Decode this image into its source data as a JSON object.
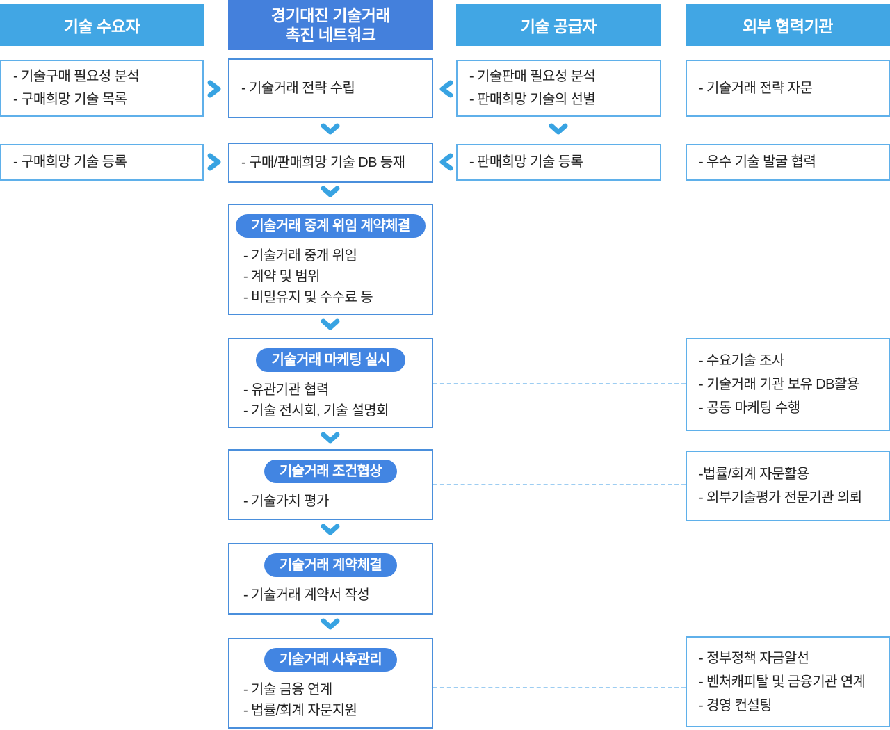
{
  "palette": {
    "header_light_blue": "#41a6e4",
    "header_dark_blue": "#4480dc",
    "pill_blue": "#4285e2",
    "side_box_border": "#5fb0ea",
    "center_box_border": "#4a8fdc",
    "arrow_blue": "#38a3e2",
    "dashed_connector": "#9dcdf2",
    "text": "#222222"
  },
  "headers": {
    "demander": "기술 수요자",
    "network_line1": "경기대진 기술거래",
    "network_line2": "촉진 네트워크",
    "supplier": "기술 공급자",
    "partner": "외부 협력기관"
  },
  "row1": {
    "demander": [
      "- 기술구매 필요성 분석",
      "- 구매희망 기술 목록"
    ],
    "network": [
      "- 기술거래 전략 수립"
    ],
    "supplier": [
      "- 기술판매 필요성 분석",
      "- 판매희망 기술의 선별"
    ],
    "partner": [
      "- 기술거래 전략 자문"
    ]
  },
  "row2": {
    "demander": [
      "- 구매희망 기술 등록"
    ],
    "network": [
      "- 구매/판매희망 기술 DB 등재"
    ],
    "supplier": [
      "- 판매희망 기술 등록"
    ],
    "partner": [
      "- 우수 기술 발굴 협력"
    ]
  },
  "steps": [
    {
      "title": "기술거래 중계 위임 계약체결",
      "items": [
        "- 기술거래 중개 위임",
        "- 계약 및 범위",
        "- 비밀유지 및 수수료 등"
      ]
    },
    {
      "title": "기술거래 마케팅 실시",
      "items": [
        "- 유관기관 협력",
        "- 기술 전시회, 기술 설명회"
      ]
    },
    {
      "title": "기술거래 조건협상",
      "items": [
        "- 기술가치 평가"
      ]
    },
    {
      "title": "기술거래 계약체결",
      "items": [
        "- 기술거래 계약서 작성"
      ]
    },
    {
      "title": "기술거래 사후관리",
      "items": [
        "- 기술 금융 연계",
        "- 법률/회계 자문지원"
      ]
    }
  ],
  "partner_support": [
    {
      "items": [
        "- 수요기술 조사",
        "- 기술거래 기관 보유 DB활용",
        "- 공동 마케팅 수행"
      ]
    },
    {
      "items": [
        "-법률/회계 자문활용",
        "- 외부기술평가 전문기관 의뢰"
      ]
    },
    {
      "items": [
        "- 정부정책 자금알선",
        "- 벤처캐피탈 및 금융기관 연계",
        "- 경영 컨설팅"
      ]
    }
  ]
}
